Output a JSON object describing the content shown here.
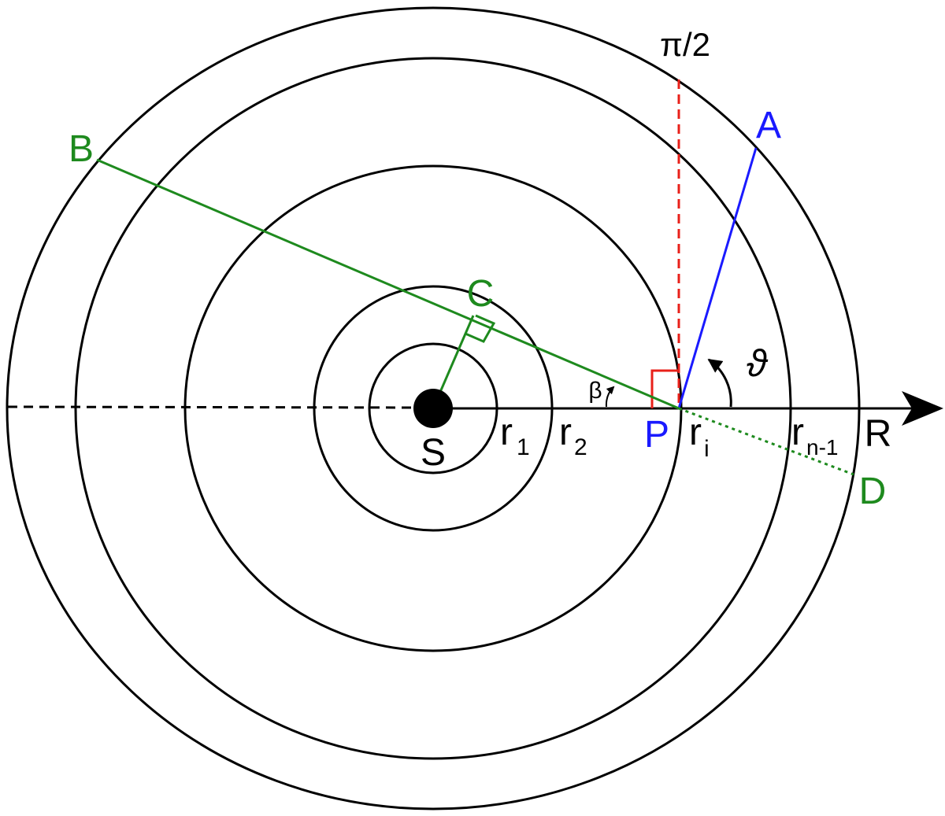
{
  "colors": {
    "black": "#000000",
    "green": "#1e8a1e",
    "blue": "#1a1aff",
    "red": "#e8201a"
  },
  "labels": {
    "pi_half": "π/2",
    "A": "A",
    "B": "B",
    "C": "C",
    "D": "D",
    "P": "P",
    "S": "S",
    "R": "R",
    "theta": "ϑ",
    "beta": "β",
    "r1": {
      "base": "r",
      "sub": "1"
    },
    "r2": {
      "base": "r",
      "sub": "2"
    },
    "ri": {
      "base": "r",
      "sub": "i"
    },
    "rn1": {
      "base": "r",
      "sub": "n-1"
    }
  }
}
